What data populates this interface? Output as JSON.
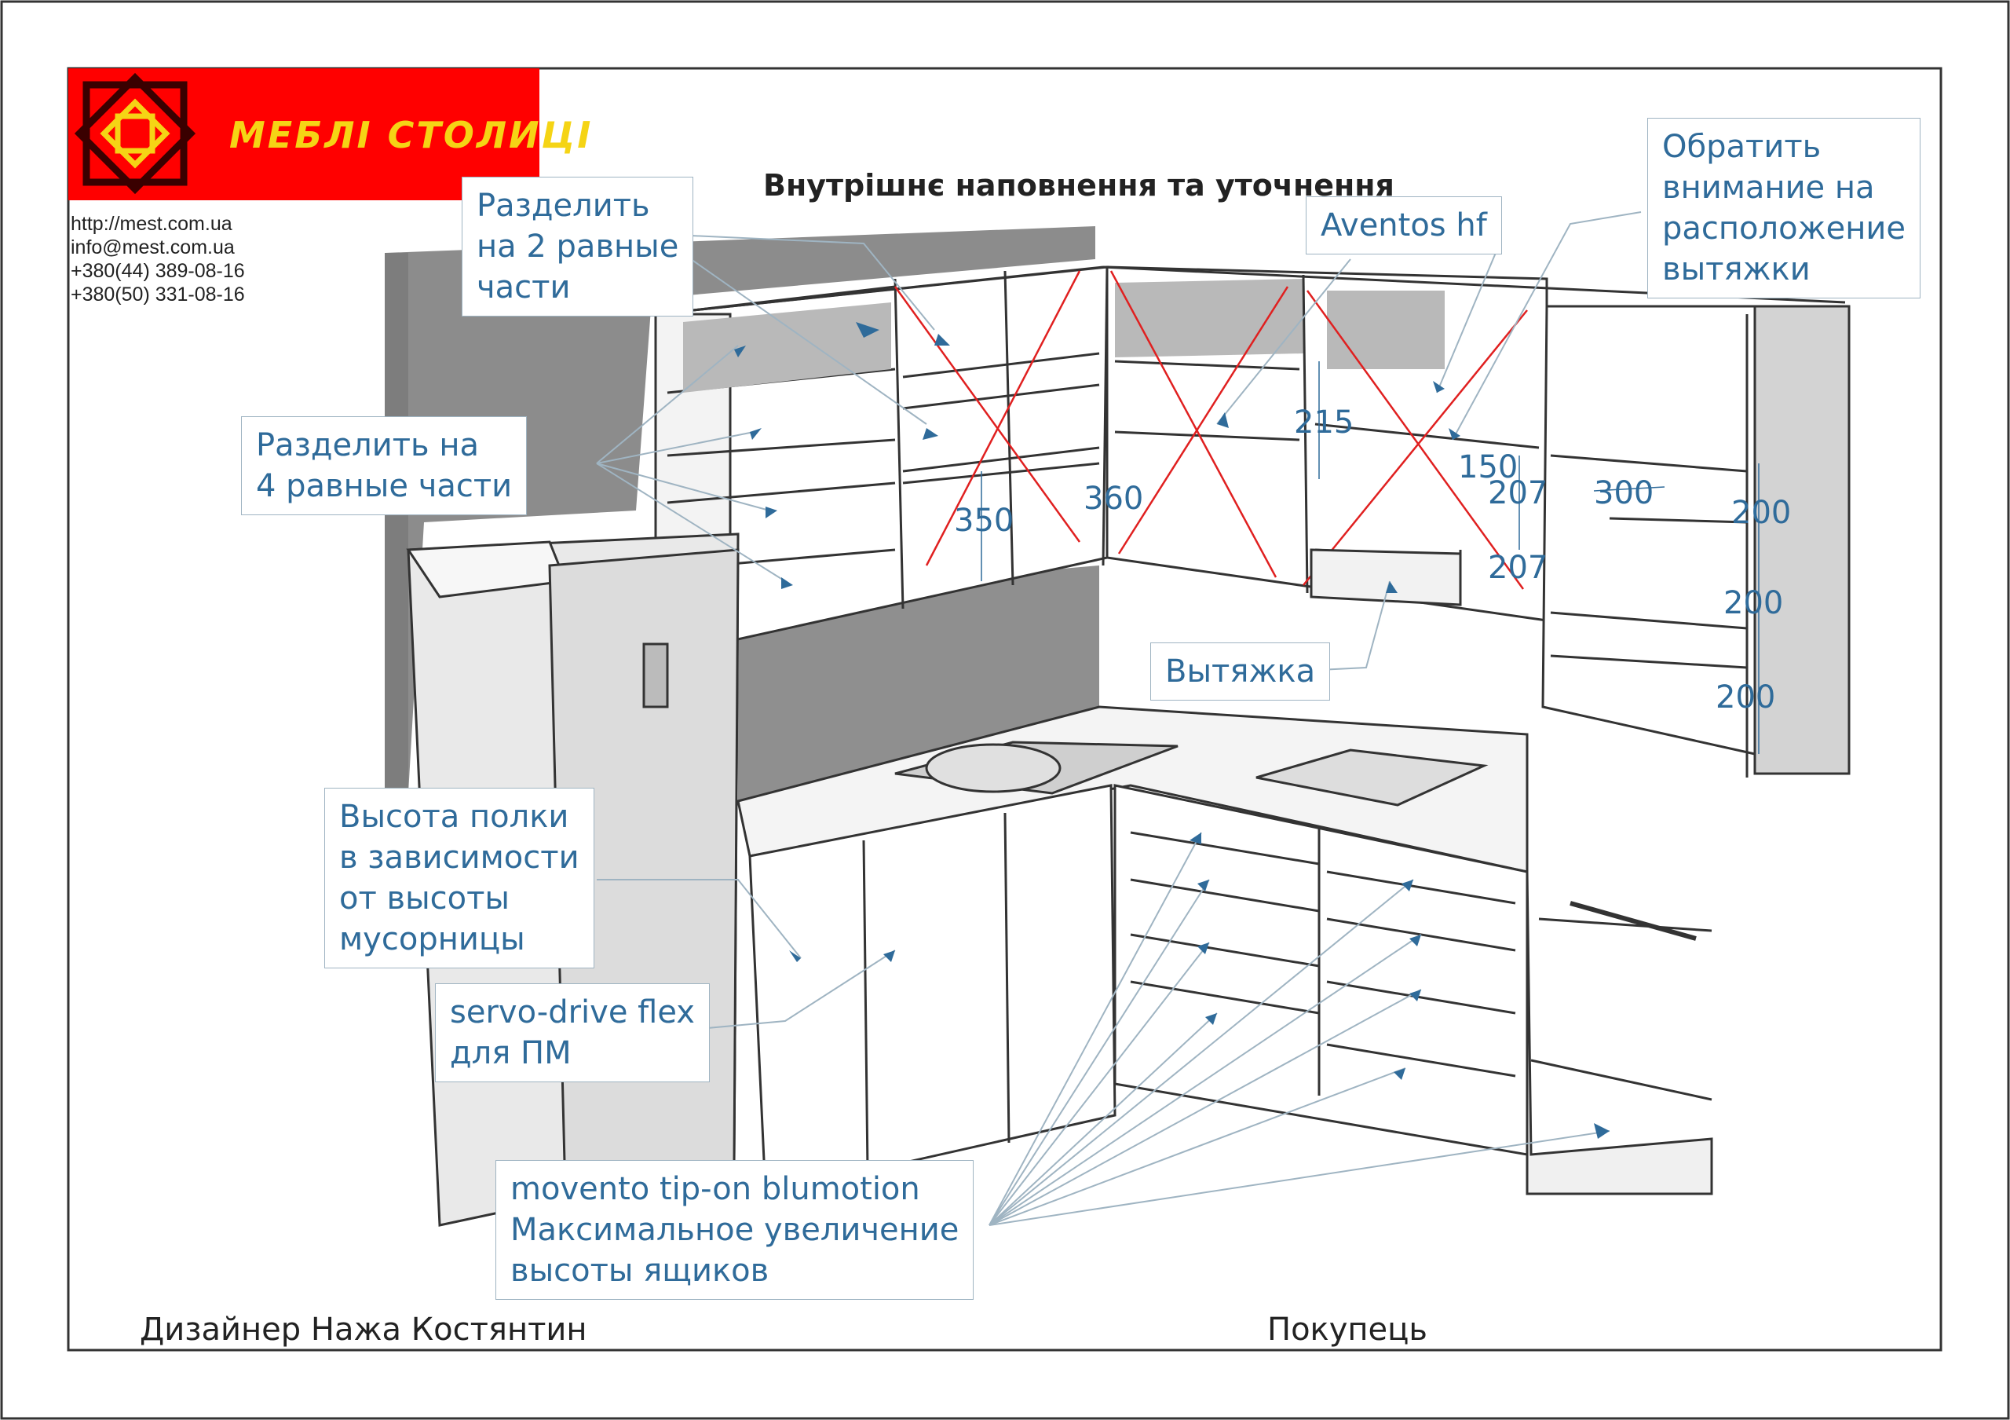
{
  "brand": {
    "name": "МЕБЛІ СТОЛИЦІ",
    "colors": {
      "logo_bg": "#ff0000",
      "logo_mark": "#f5d415"
    }
  },
  "contacts": {
    "site": "http://mest.com.ua",
    "email": "info@mest.com.ua",
    "phone1": "+380(44)   389-08-16",
    "phone2": "+380(50)   331-08-16"
  },
  "title": "Внутрішнє наповнення та уточнення",
  "notes": {
    "two_parts": [
      "Разделить",
      "на 2 равные",
      "части"
    ],
    "four_parts": [
      "Разделить на",
      "4 равные части"
    ],
    "aventos": [
      "Aventos hf"
    ],
    "hood_attention": [
      "Обратить",
      "внимание на",
      "расположение",
      "вытяжки"
    ],
    "hood": [
      "Вытяжка"
    ],
    "shelf_height": [
      "Высота полки",
      "в зависимости",
      "от высоты",
      "мусорницы"
    ],
    "servo": [
      "servo-drive flex",
      "для ПМ"
    ],
    "movento": [
      "movento tip-on blumotion",
      "Максимальное увеличение",
      "высоты ящиков"
    ]
  },
  "dimensions": {
    "d350": "350",
    "d360": "360",
    "d215": "215",
    "d150": "150",
    "d207a": "207",
    "d207b": "207",
    "d300": "300",
    "d200a": "200",
    "d200b": "200",
    "d200c": "200"
  },
  "footer": {
    "designer": "Дизайнер Нажа Костянтин",
    "buyer": "Покупець"
  },
  "colors": {
    "note_text": "#2f6b9a",
    "cross_lines": "#e02020",
    "wall": "#8c8c8c"
  }
}
